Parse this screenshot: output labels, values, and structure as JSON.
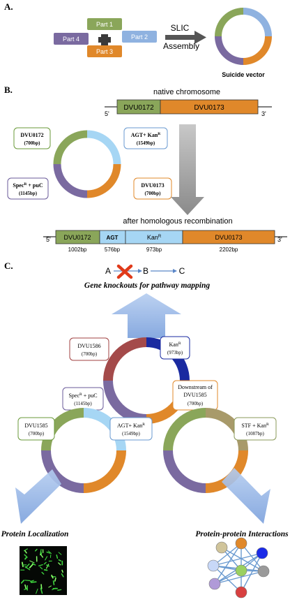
{
  "panel_a": {
    "letter": "A.",
    "parts": [
      "Part 1",
      "Part 2",
      "Part 3",
      "Part 4"
    ],
    "slic_line1": "SLIC",
    "slic_line2": "Assembly",
    "vector_label": "Suicide vector"
  },
  "panel_b": {
    "letter": "B.",
    "native_title": "native chromosome",
    "native_left_end": "5'",
    "native_right_end": "3'",
    "native_genes": [
      "DVU0172",
      "DVU0173"
    ],
    "plasmid_boxes": {
      "top_left": {
        "name": "DVU0172",
        "size": "(700bp)"
      },
      "top_right": {
        "name": "AGT+ Kan",
        "sup": "R",
        "size": "(1549bp)"
      },
      "bottom_left": {
        "name": "Spec",
        "sup": "R",
        "tail": " + puC",
        "size": "(1145bp)"
      },
      "bottom_right": {
        "name": "DVU0173",
        "size": "(700bp)"
      }
    },
    "recomb_title": "after homologous recombination",
    "recomb_left_end": "5'",
    "recomb_right_end": "3'",
    "recomb_segments": [
      {
        "label": "DVU0172",
        "size": "1002bp"
      },
      {
        "label": "AGT",
        "size": "576bp"
      },
      {
        "label": "Kan",
        "sup": "R",
        "size": "973bp"
      },
      {
        "label": "DVU0173",
        "size": "2202bp"
      }
    ]
  },
  "panel_c": {
    "letter": "C.",
    "pathway": {
      "a": "A",
      "b": "B",
      "c": "C"
    },
    "knockout_title": "Gene knockouts for pathway mapping",
    "center_boxes": {
      "dvu1586": {
        "name": "DVU1586",
        "size": "(700bp)"
      },
      "kan": {
        "name": "Kan",
        "sup": "R",
        "size": "(973bp)"
      },
      "spec": {
        "name": "Spec",
        "sup": "R",
        "tail": " + puC",
        "size": "(1145bp)"
      },
      "downstream": {
        "line1": "Downstream of",
        "line2": "DVU1585",
        "size": "(700bp)"
      }
    },
    "left_boxes": {
      "dvu1585": {
        "name": "DVU1585",
        "size": "(700bp)"
      },
      "agt": {
        "name": "AGT+ Kan",
        "sup": "R",
        "size": "(1549bp)"
      }
    },
    "right_box": {
      "name": "STF + Kan",
      "sup": "R",
      "size": "(1087bp)"
    },
    "localization_title": "Protein Localization",
    "ppi_title": "Protein-protein Interactions"
  },
  "colors": {
    "green": "#8aa65a",
    "blue_light": "#8fb2e0",
    "orange": "#e0882a",
    "purple": "#7a6aa0",
    "sky": "#a6d6f4",
    "dark_blue": "#1a2aa0",
    "dark_red": "#a44a4a",
    "khaki": "#a89a6a",
    "arrow_blue": "#8fb2e6",
    "gray_arrow": "#a9a9a9"
  }
}
